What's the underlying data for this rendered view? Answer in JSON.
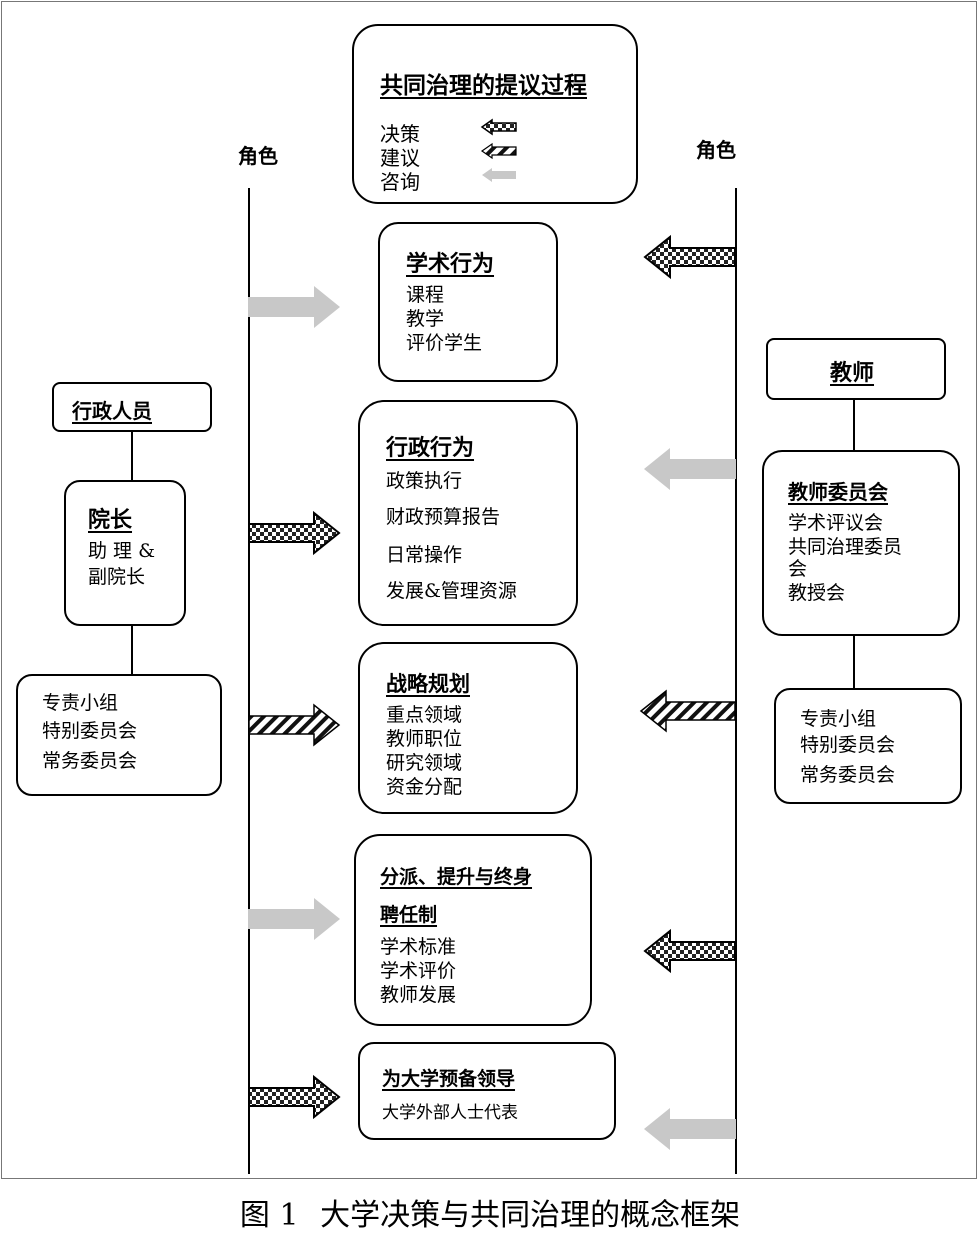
{
  "legend": {
    "title": "共同治理的提议过程",
    "items": [
      {
        "label": "决策",
        "style": "decision"
      },
      {
        "label": "建议",
        "style": "advice"
      },
      {
        "label": "咨询",
        "style": "consult"
      }
    ]
  },
  "roles": {
    "left": "角色",
    "right": "角色"
  },
  "left": {
    "admin": "行政人员",
    "dean": {
      "title": "院长",
      "lines": [
        "助 理 &",
        "副院长"
      ]
    },
    "groups": [
      "专责小组",
      "特别委员会",
      "常务委员会"
    ]
  },
  "right": {
    "faculty": "教师",
    "senate": {
      "title": "教师委员会",
      "lines": [
        "学术评议会",
        "共同治理委员",
        "会",
        "教授会"
      ]
    },
    "groups": [
      "专责小组",
      "特别委员会",
      "常务委员会"
    ]
  },
  "center": [
    {
      "title": "学术行为",
      "lines": [
        "课程",
        "教学",
        "评价学生"
      ]
    },
    {
      "title": "行政行为",
      "lines": [
        "政策执行",
        "财政预算报告",
        "日常操作",
        "发展&管理资源"
      ]
    },
    {
      "title": "战略规划",
      "lines": [
        "重点领域",
        "教师职位",
        "研究领域",
        "资金分配"
      ]
    },
    {
      "title": "分派、提升与终身",
      "title2": "聘任制",
      "lines": [
        "学术标准",
        "学术评价",
        "教师发展"
      ]
    },
    {
      "title": "为大学预备领导",
      "lines": [
        "大学外部人士代表"
      ]
    }
  ],
  "caption": {
    "figure": "图 1",
    "text": "大学决策与共同治理的概念框架"
  },
  "colors": {
    "consult": "#c8c8c8",
    "line": "#000000"
  }
}
